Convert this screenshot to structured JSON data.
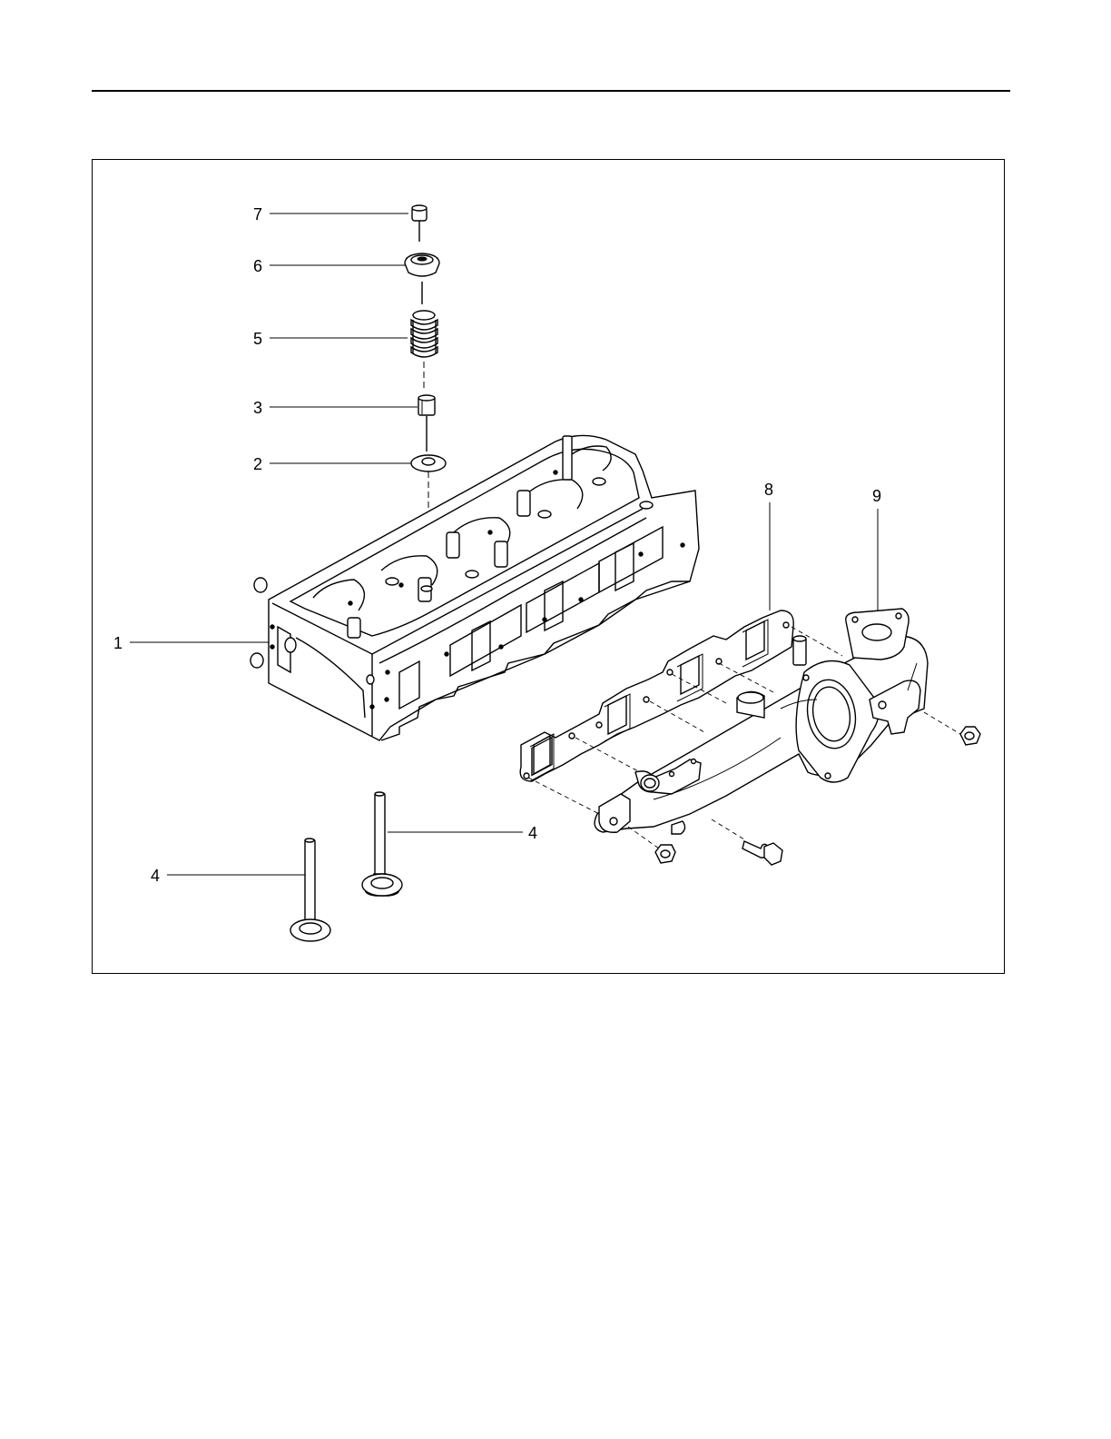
{
  "figure": {
    "callouts": [
      {
        "id": "c7",
        "label": "7"
      },
      {
        "id": "c6",
        "label": "6"
      },
      {
        "id": "c5",
        "label": "5"
      },
      {
        "id": "c3",
        "label": "3"
      },
      {
        "id": "c2",
        "label": "2"
      },
      {
        "id": "c1",
        "label": "1"
      },
      {
        "id": "c8",
        "label": "8"
      },
      {
        "id": "c9",
        "label": "9"
      },
      {
        "id": "c4a",
        "label": "4"
      },
      {
        "id": "c4b",
        "label": "4"
      }
    ]
  }
}
